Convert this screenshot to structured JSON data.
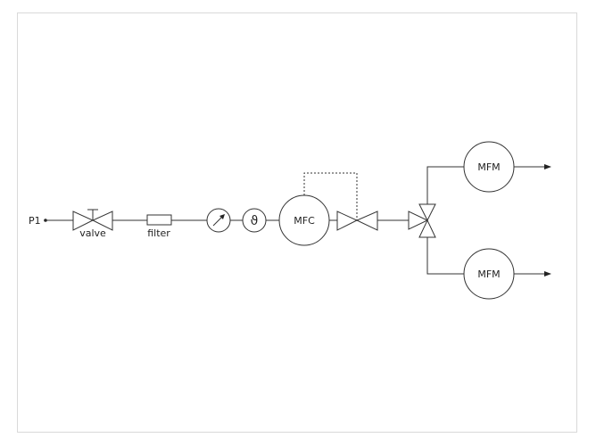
{
  "diagram": {
    "inlet_label": "P1",
    "valve_label": "valve",
    "filter_label": "filter",
    "temperature_symbol": "ϑ",
    "mfc_label": "MFC",
    "mfm_top_label": "MFM",
    "mfm_bottom_label": "MFM"
  }
}
